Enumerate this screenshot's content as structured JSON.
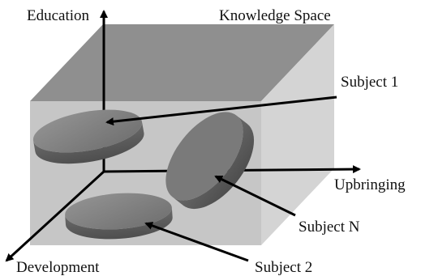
{
  "title": "Knowledge Space",
  "axes": {
    "vertical": "Education",
    "horizontal": "Upbringing",
    "diagonal": "Development"
  },
  "subjects": [
    "Subject 1",
    "Subject 2",
    "Subject N"
  ],
  "colors": {
    "box_front": "#c9c9c9",
    "box_top": "#8f8f8f",
    "box_side": "#d4d4d4",
    "disk_top": "#7e7e7e",
    "disk_side": "#5f5f5f",
    "axis": "#000000"
  }
}
